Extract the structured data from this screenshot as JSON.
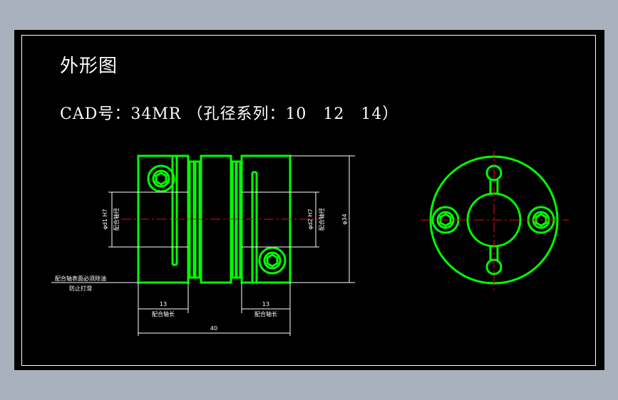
{
  "heading": "外形图",
  "cad_line": "CAD号：34MR （孔径系列：10　12　14）",
  "dims": {
    "left_bore": "φd1 H7",
    "left_bore_note": "配合轴径",
    "right_bore": "φd2 H7",
    "right_bore_note": "配合轴径",
    "outer_dia": "φ34",
    "left_len": "13",
    "left_len_note": "配合轴长",
    "right_len": "13",
    "right_len_note": "配合轴长",
    "total_len": "40",
    "warn_line1": "配合轴表面必须除油",
    "warn_line2": "防止打滑"
  },
  "colors": {
    "background": "#000000",
    "part": "#00ff00",
    "dimension": "#ffffff",
    "centerline": "#ff0000",
    "page": "#a9b1bf"
  }
}
